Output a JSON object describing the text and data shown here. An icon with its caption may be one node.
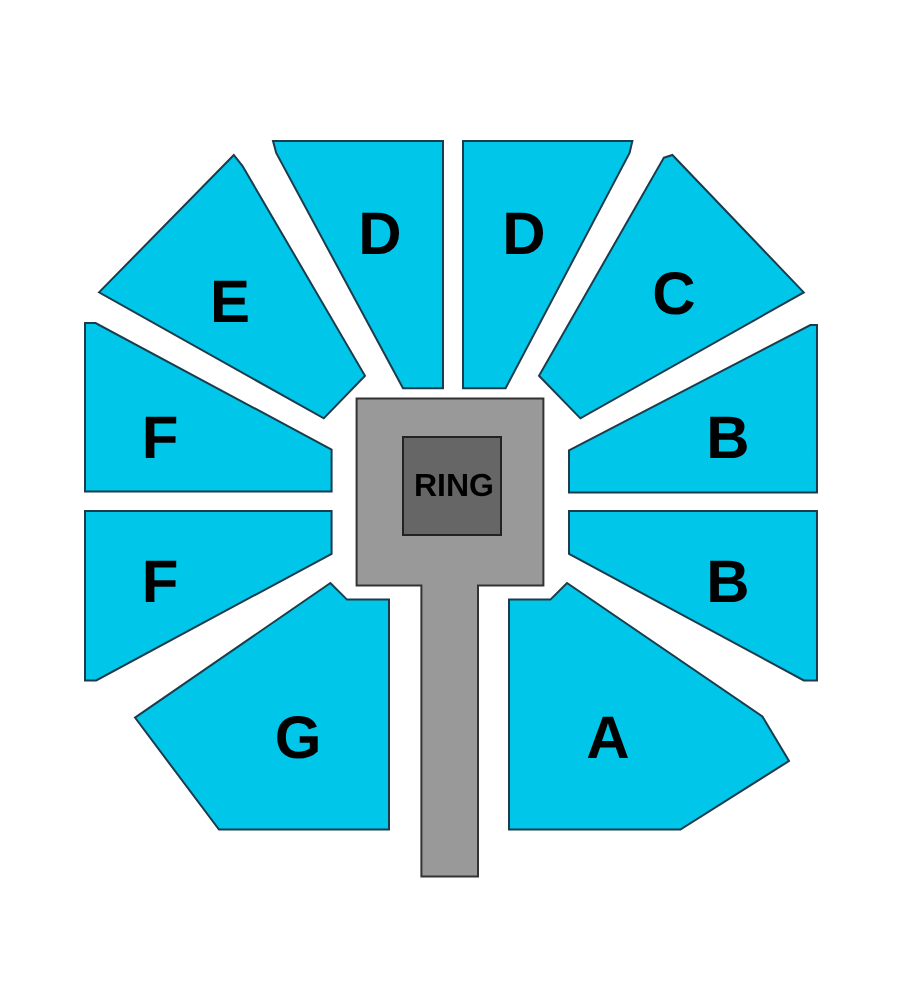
{
  "diagram": {
    "nodes": [
      {
        "text": [
          "D"
        ]
      },
      {
        "text": [
          "D"
        ]
      },
      {
        "text": [
          "E"
        ]
      },
      {
        "text": [
          "C"
        ]
      },
      {
        "text": [
          "F"
        ]
      },
      {
        "text": [
          "B"
        ]
      },
      {
        "text": [
          "RING"
        ]
      },
      {
        "text": [
          "F"
        ]
      },
      {
        "text": [
          "B"
        ]
      },
      {
        "text": [
          "G"
        ]
      },
      {
        "text": [
          "A"
        ]
      }
    ]
  }
}
